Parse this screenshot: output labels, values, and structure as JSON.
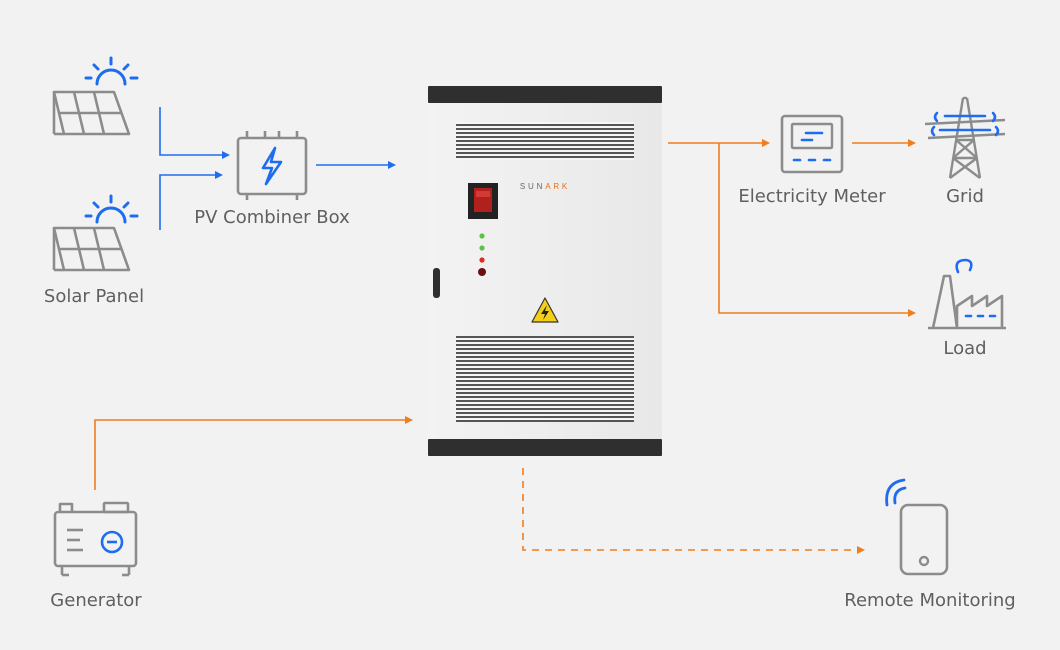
{
  "labels": {
    "solar_panel": "Solar Panel",
    "pv_combiner_box": "PV Combiner Box",
    "electricity_meter": "Electricity Meter",
    "grid": "Grid",
    "load": "Load",
    "generator": "Generator",
    "remote_monitoring": "Remote Monitoring"
  },
  "cabinet": {
    "brand_prefix": "SUN",
    "brand_suffix": "ARK"
  },
  "colors": {
    "background": "#f2f2f2",
    "dc_flow": "#1e6cf0",
    "ac_flow": "#f07d1e",
    "icon_gray": "#8c8c8c",
    "cabinet_body": "#ededed",
    "cabinet_cap": "#2f2f2f"
  },
  "icons": {
    "solar_panel": "solar-panel-icon",
    "combiner": "combiner-box-icon",
    "meter": "electricity-meter-icon",
    "grid": "transmission-tower-icon",
    "load": "factory-icon",
    "generator": "generator-icon",
    "remote": "smartphone-icon"
  }
}
